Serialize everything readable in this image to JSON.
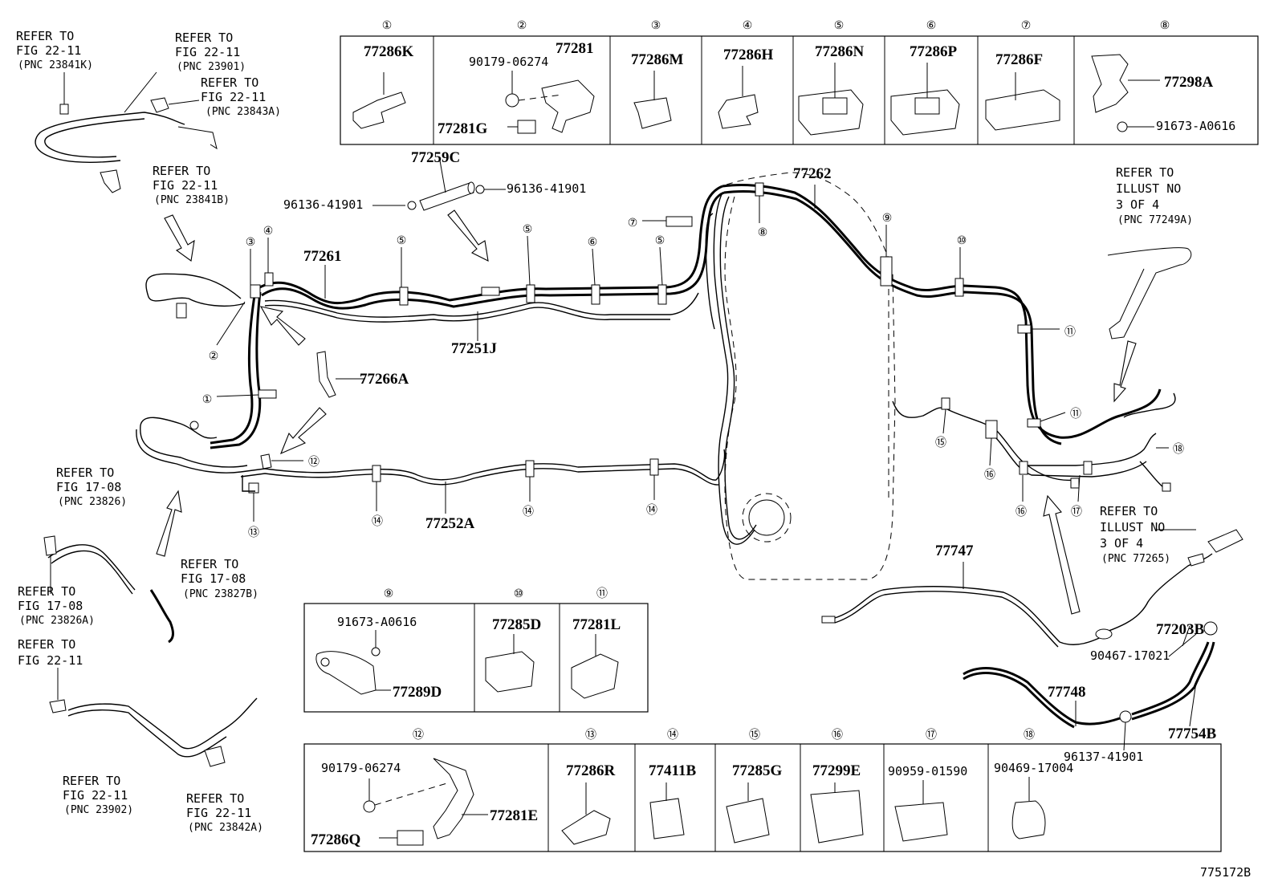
{
  "figure_id": "775172B",
  "top_boxes": [
    {
      "num": "①",
      "parts": [
        "77286K"
      ]
    },
    {
      "num": "②",
      "parts": [
        "77281",
        "90179-06274",
        "77281G"
      ]
    },
    {
      "num": "③",
      "parts": [
        "77286M"
      ]
    },
    {
      "num": "④",
      "parts": [
        "77286H"
      ]
    },
    {
      "num": "⑤",
      "parts": [
        "77286N"
      ]
    },
    {
      "num": "⑥",
      "parts": [
        "77286P"
      ]
    },
    {
      "num": "⑦",
      "parts": [
        "77286F"
      ]
    },
    {
      "num": "⑧",
      "parts": [
        "77298A",
        "91673-A0616"
      ]
    }
  ],
  "mid_boxes": [
    {
      "num": "⑨",
      "parts": [
        "91673-A0616",
        "77289D"
      ]
    },
    {
      "num": "⑩",
      "parts": [
        "77285D"
      ]
    },
    {
      "num": "⑪",
      "parts": [
        "77281L"
      ]
    }
  ],
  "bottom_boxes": [
    {
      "num": "⑫",
      "parts": [
        "90179-06274",
        "77281E",
        "77286Q"
      ]
    },
    {
      "num": "⑬",
      "parts": [
        "77286R"
      ]
    },
    {
      "num": "⑭",
      "parts": [
        "77411B"
      ]
    },
    {
      "num": "⑮",
      "parts": [
        "77285G"
      ]
    },
    {
      "num": "⑯",
      "parts": [
        "77299E"
      ]
    },
    {
      "num": "⑰",
      "parts": [
        "90959-01590"
      ]
    },
    {
      "num": "⑱",
      "parts": [
        "90469-17004"
      ]
    }
  ],
  "main_parts": {
    "p77259C": "77259C",
    "p96136a": "96136-41901",
    "p96136b": "96136-41901",
    "p77261": "77261",
    "p77251J": "77251J",
    "p77262": "77262",
    "p77266A": "77266A",
    "p77252A": "77252A",
    "p77747": "77747",
    "p77203B": "77203B",
    "p90467": "90467-17021",
    "p77748": "77748",
    "p77754B": "77754B",
    "p96137": "96137-41901"
  },
  "refs": {
    "r1": [
      "REFER TO",
      "FIG 22-11",
      "(PNC 23841K)"
    ],
    "r2": [
      "REFER TO",
      "FIG 22-11",
      "(PNC 23901)"
    ],
    "r3": [
      "REFER TO",
      "FIG 22-11",
      "(PNC 23843A)"
    ],
    "r4": [
      "REFER TO",
      "FIG 22-11",
      "(PNC 23841B)"
    ],
    "r5": [
      "REFER TO",
      "ILLUST NO",
      "3 OF 4",
      "(PNC 77249A)"
    ],
    "r6": [
      "REFER TO",
      "FIG 17-08",
      "(PNC 23826)"
    ],
    "r7": [
      "REFER TO",
      "FIG 17-08",
      "(PNC 23827B)"
    ],
    "r8": [
      "REFER TO",
      "FIG 17-08",
      "(PNC 23826A)"
    ],
    "r9": [
      "REFER TO",
      "FIG 22-11"
    ],
    "r10": [
      "REFER TO",
      "FIG 22-11",
      "(PNC 23902)"
    ],
    "r11": [
      "REFER TO",
      "FIG 22-11",
      "(PNC 23842A)"
    ],
    "r12": [
      "REFER TO",
      "ILLUST NO",
      "3 OF 4",
      "(PNC 77265)"
    ]
  },
  "callouts": {
    "c1": "①",
    "c2": "②",
    "c3": "③",
    "c4": "④",
    "c5a": "⑤",
    "c5b": "⑤",
    "c5c": "⑤",
    "c6": "⑥",
    "c7": "⑦",
    "c8": "⑧",
    "c9": "⑨",
    "c10": "⑩",
    "c11a": "⑪",
    "c11b": "⑪",
    "c12": "⑫",
    "c13": "⑬",
    "c14a": "⑭",
    "c14b": "⑭",
    "c14c": "⑭",
    "c15": "⑮",
    "c16a": "⑯",
    "c16b": "⑯",
    "c17": "⑰",
    "c18": "⑱"
  }
}
